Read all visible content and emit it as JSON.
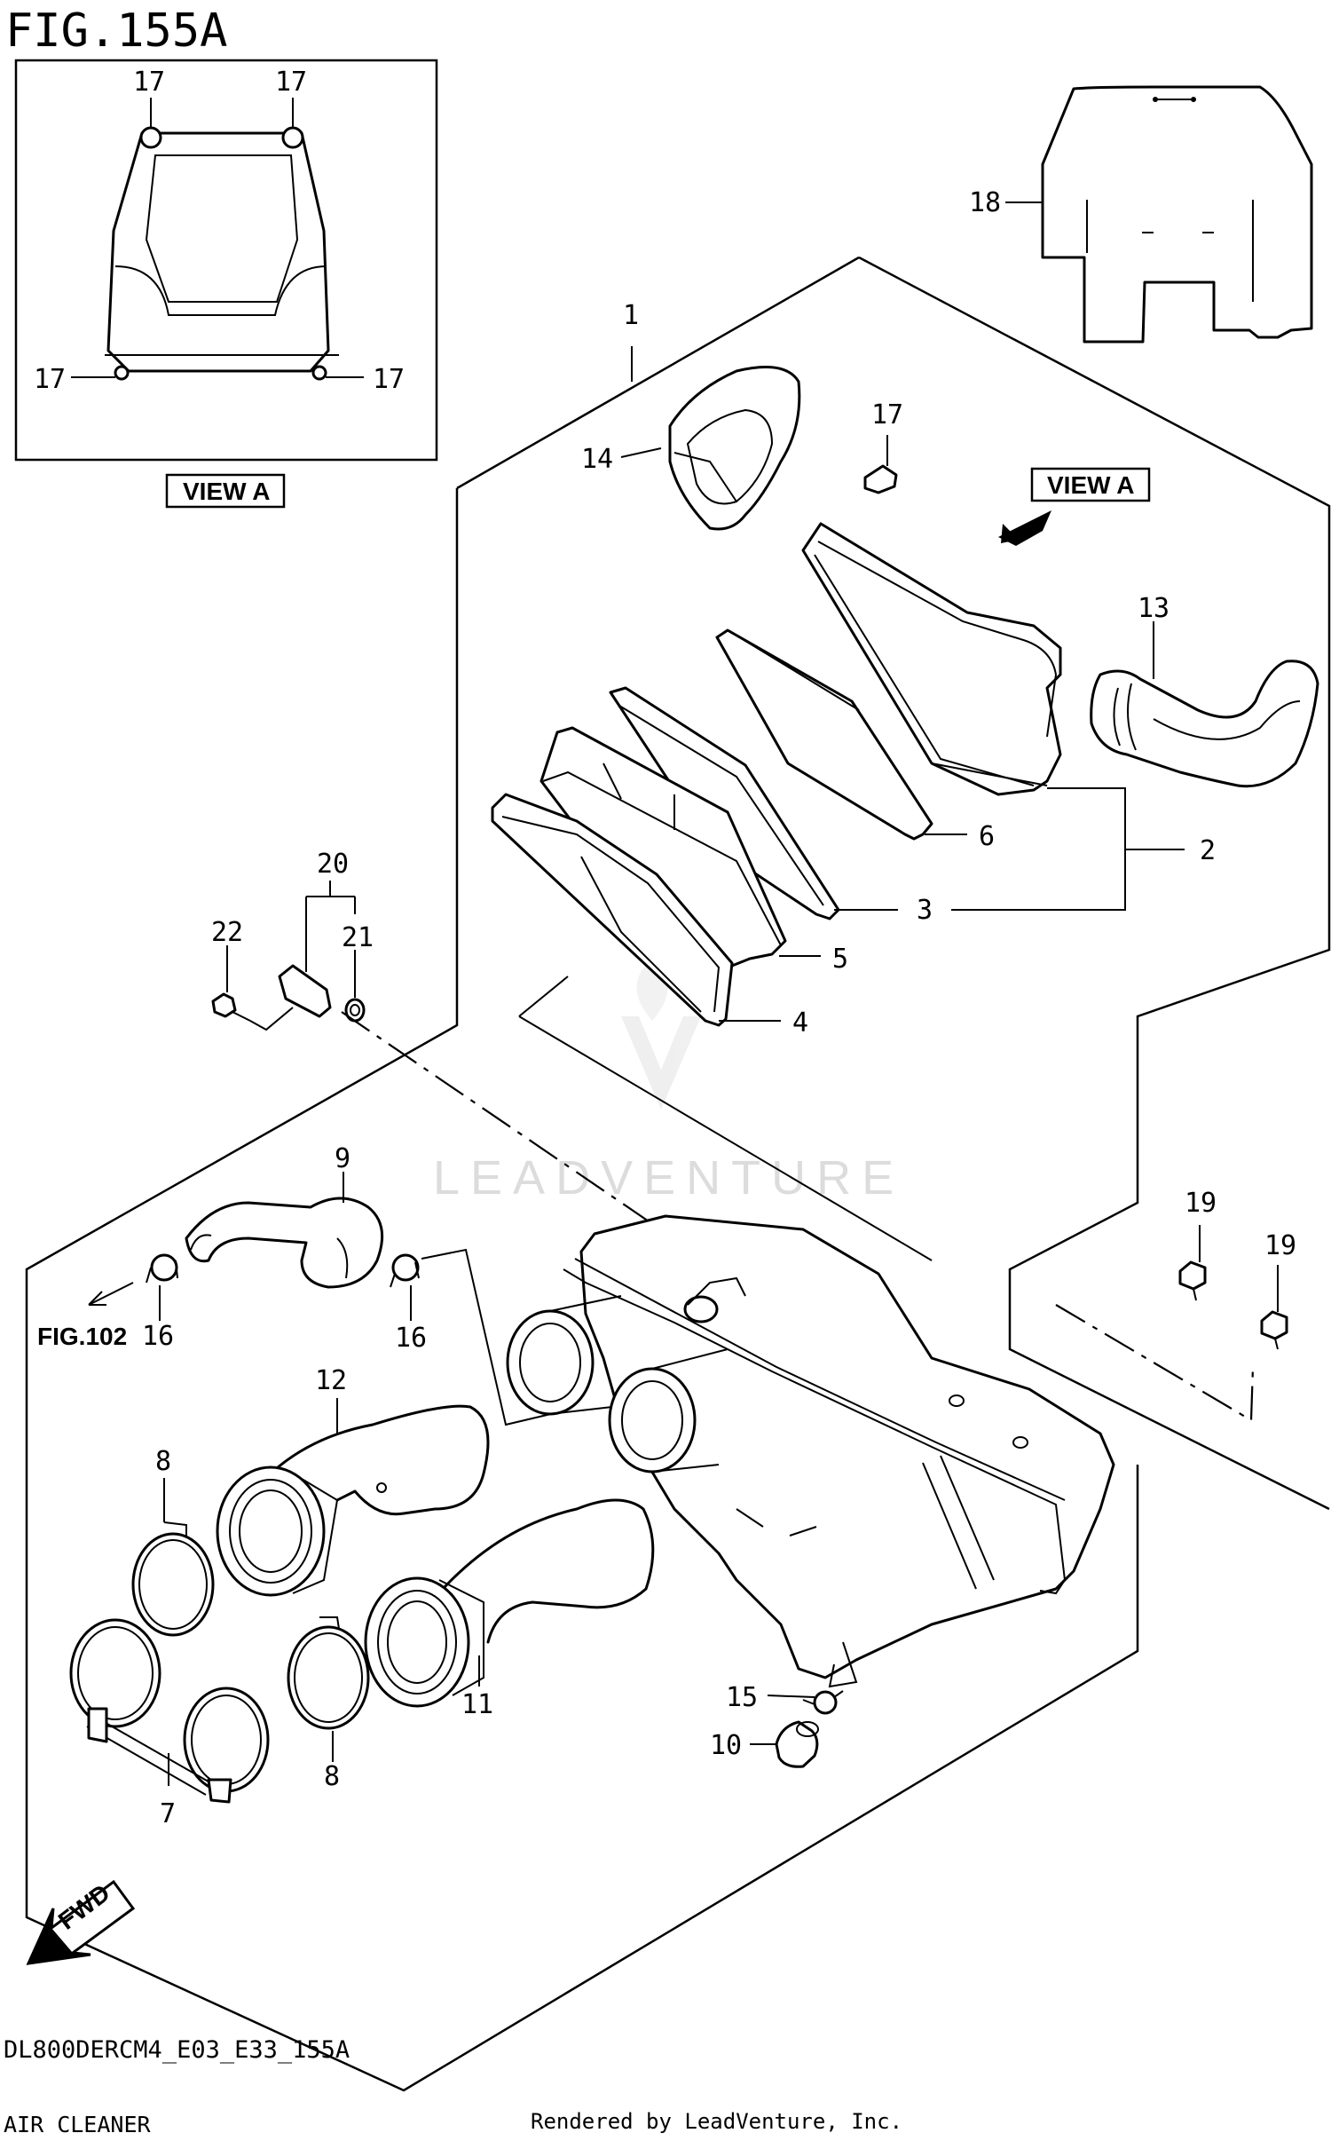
{
  "figure": {
    "title": "FIG.155A",
    "model_code": "DL800DERCM4_E03_E33_155A",
    "section_name": "AIR CLEANER",
    "rendered_by": "Rendered by LeadVenture, Inc.",
    "watermark": "LEADVENTURE"
  },
  "inset": {
    "caption": "VIEW A"
  },
  "tags": {
    "view_a": "VIEW A",
    "fig_ref": "FIG.102",
    "fwd": "FWD"
  },
  "callouts": {
    "p1": "1",
    "p2": "2",
    "p3": "3",
    "p4": "4",
    "p5": "5",
    "p6": "6",
    "p7": "7",
    "p8a": "8",
    "p8b": "8",
    "p9": "9",
    "p10": "10",
    "p11": "11",
    "p12": "12",
    "p13": "13",
    "p14": "14",
    "p15": "15",
    "p16a": "16",
    "p16b": "16",
    "p17": "17",
    "p17_tl": "17",
    "p17_tr": "17",
    "p17_bl": "17",
    "p17_br": "17",
    "p18": "18",
    "p19a": "19",
    "p19b": "19",
    "p20": "20",
    "p21": "21",
    "p22": "22"
  }
}
